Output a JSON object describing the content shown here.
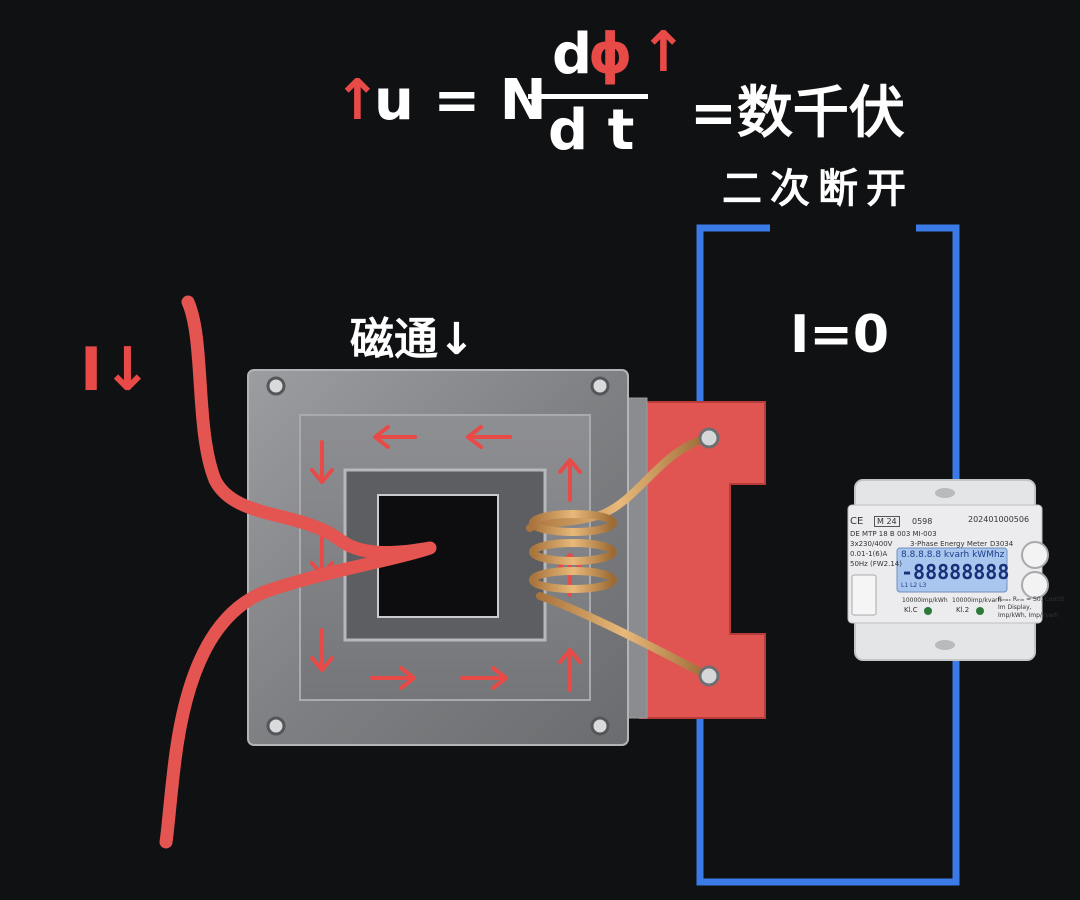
{
  "formula": {
    "arrow_u": "↑",
    "u_eq_N": "u = N",
    "numerator_d": "d",
    "numerator_phi": "ϕ",
    "numerator_arrow": "↑",
    "denominator": "d t",
    "result": "=数千伏"
  },
  "labels": {
    "secondary_open": "二次断开",
    "current_zero": "I=0",
    "flux": "磁通",
    "flux_arrow": "↓",
    "current_I": "I",
    "current_arrow": "↓"
  },
  "meter": {
    "ce_mark": "CE",
    "m_code": "M 24",
    "code_0598": "0598",
    "serial": "202401000506",
    "model": "DE MTP 18 B 003 MI-003",
    "voltage": "3x230/400V",
    "type": "3-Phase Energy Meter",
    "model_no": "D3034",
    "current": "0.01-1(6)A",
    "freq": "50Hz",
    "firmware": "(FW2.14)",
    "lcd_top": "8.8.8.8.8 kvarh kWMhz",
    "lcd_main": "-88888888",
    "lcd_small": "L1 L2 L3",
    "imp_kwh": "10000imp/kWh",
    "imp_kvarh": "10000imp/kvarh",
    "label_kl1": "Kl.C",
    "label_kl2": "Kl.2",
    "note": "Rₘₐₓ Rₘᵢₙ = S0. ComSt\nIm Display,\nImp/kWh, Imp/kvarh"
  },
  "colors": {
    "background": "#101113",
    "arrow_red": "#e84a48",
    "wire_blue": "#3b7be8",
    "core_gray": "#8a8b8e",
    "terminal_red": "#e05552"
  }
}
